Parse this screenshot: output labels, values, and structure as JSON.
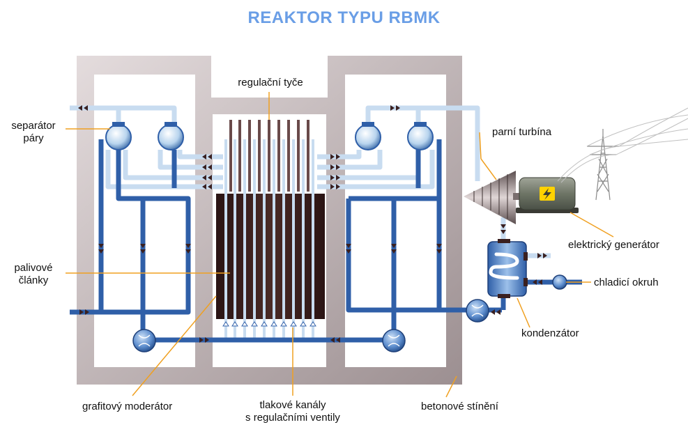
{
  "title": "REAKTOR TYPU RBMK",
  "labels": {
    "regulacni_tyce": "regulační tyče",
    "separator_line1": "separátor",
    "separator_line2": "páry",
    "parni_turbina": "parní turbína",
    "elektricky_generator": "elektrický generátor",
    "palivove_line1": "palivové",
    "palivove_line2": "články",
    "chladici_okruh": "chladicí okruh",
    "kondenzator": "kondenzátor",
    "grafitovy_moderator": "grafitový moderátor",
    "tlakove_line1": "tlakové kanály",
    "tlakove_line2": "s regulačními ventily",
    "betonove_stineni": "betonové stínění"
  },
  "colors": {
    "title": "#6a9ee6",
    "pipe_dark": "#2f5fa8",
    "pipe_light": "#c8dcf0",
    "concrete": "#b0a8aa",
    "core": "#3a2020",
    "leader": "#f0a020",
    "generator": "#7a8070",
    "bolt": "#ffd200"
  },
  "icons": [
    "lightning-bolt-icon",
    "power-pylon-icon"
  ]
}
